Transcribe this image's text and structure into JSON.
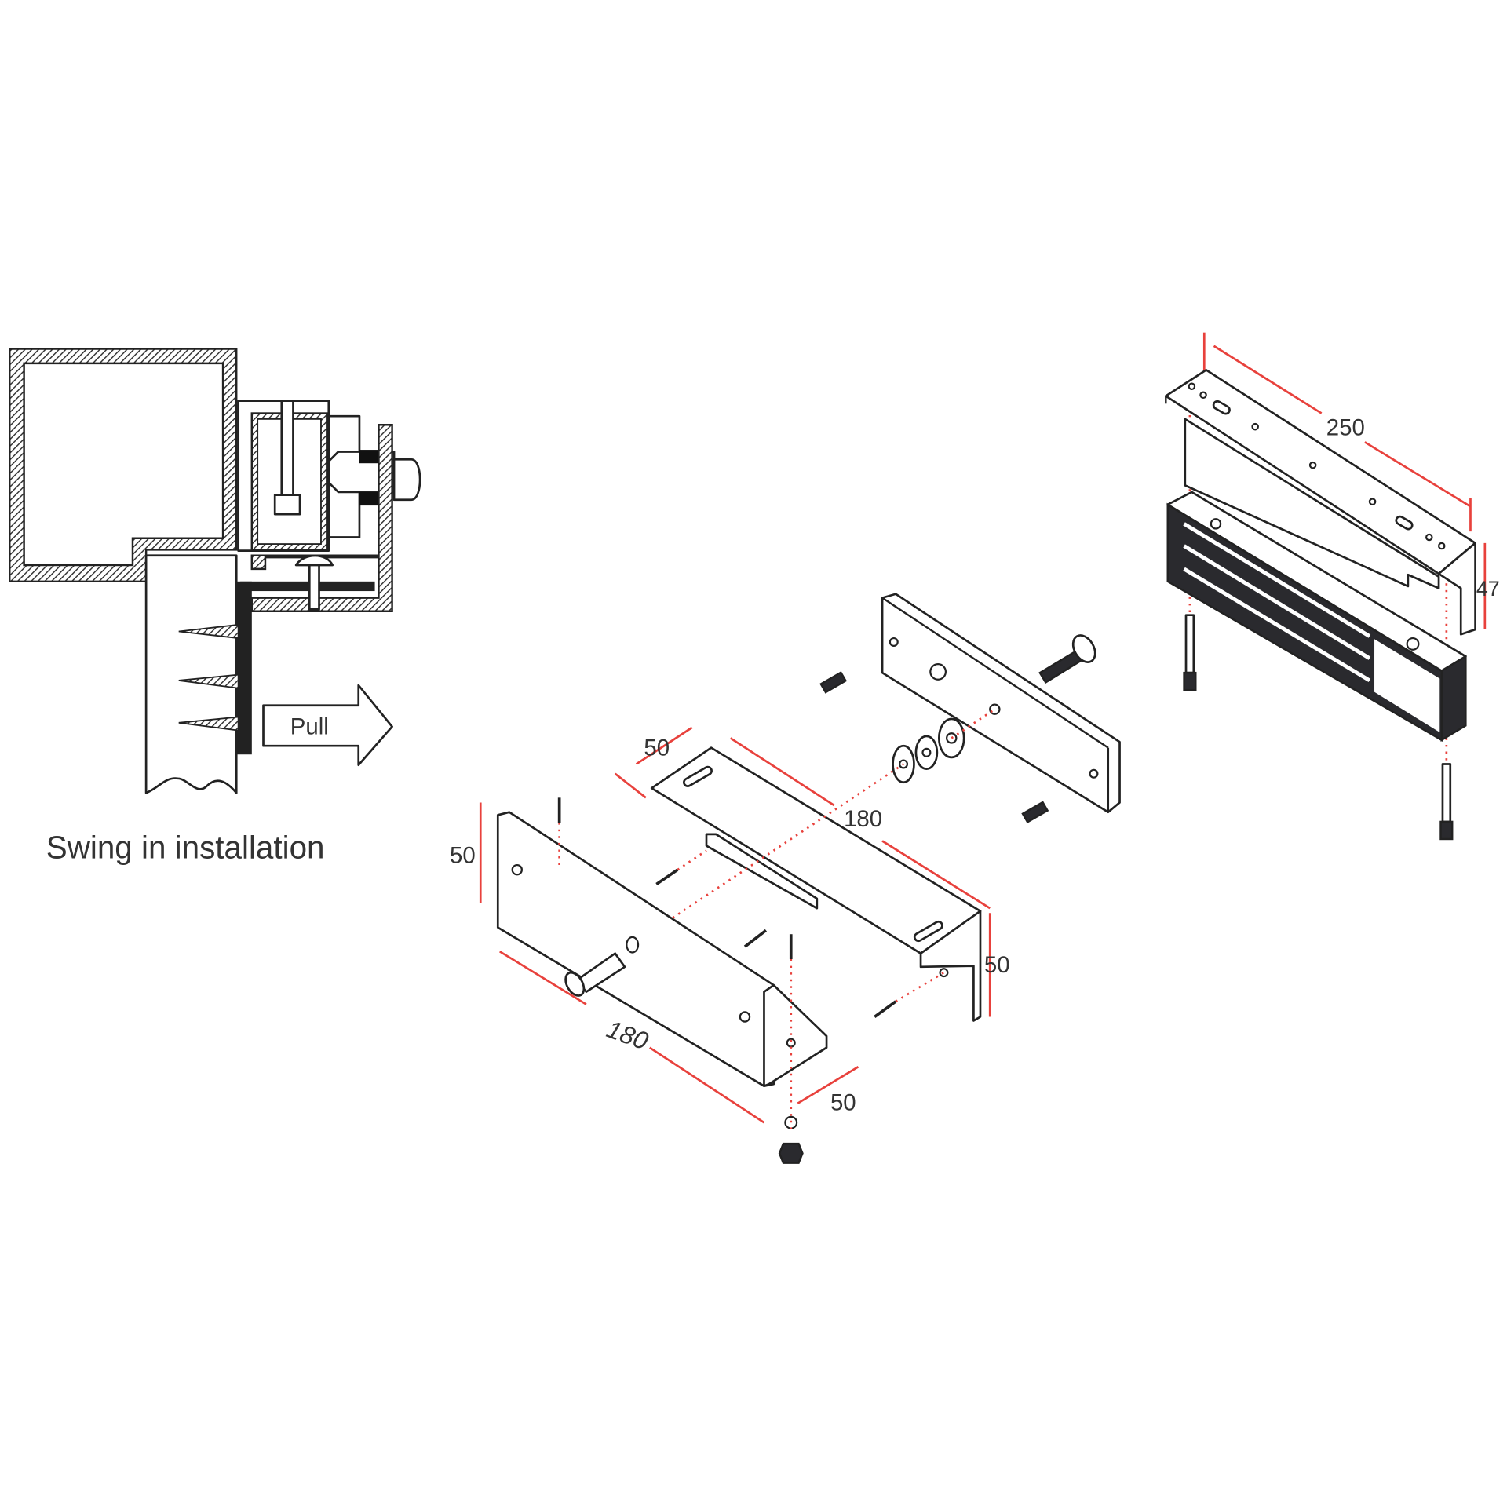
{
  "left_view": {
    "caption": "Swing in installation",
    "arrow_label": "Pull"
  },
  "dimensions": {
    "magnet_length": "250",
    "magnet_height": "47",
    "z_bracket_top_width": "50",
    "z_bracket_length": "180",
    "z_bracket_flange_height": "50",
    "l_bracket_height": "50",
    "l_bracket_length": "180",
    "l_bracket_flange_width": "50"
  },
  "colors": {
    "dimension": "#e8413c",
    "line": "#222222"
  }
}
